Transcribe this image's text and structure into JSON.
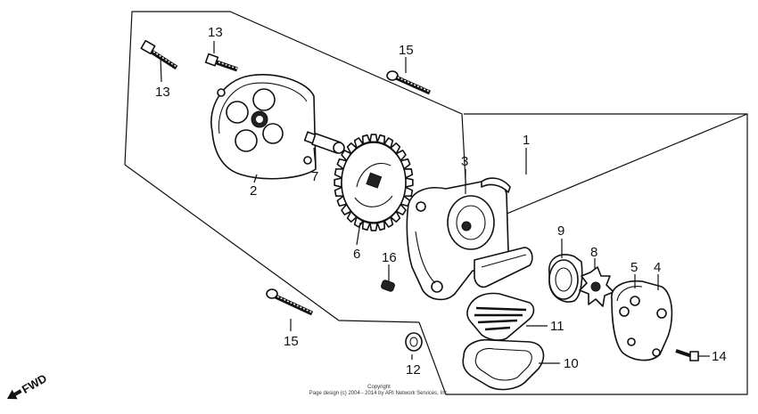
{
  "callouts": {
    "c1": "1",
    "c2": "2",
    "c3": "3",
    "c4": "4",
    "c5": "5",
    "c6": "6",
    "c7": "7",
    "c8": "8",
    "c9": "9",
    "c10": "10",
    "c11": "11",
    "c12": "12",
    "c13a": "13",
    "c13b": "13",
    "c14": "14",
    "c15a": "15",
    "c15b": "15",
    "c16": "16"
  },
  "direction_label": "FWD",
  "copyright": {
    "line1": "Copyright",
    "line2": "Page design (c) 2004 - 2014 by ARI Network Services, Inc."
  }
}
